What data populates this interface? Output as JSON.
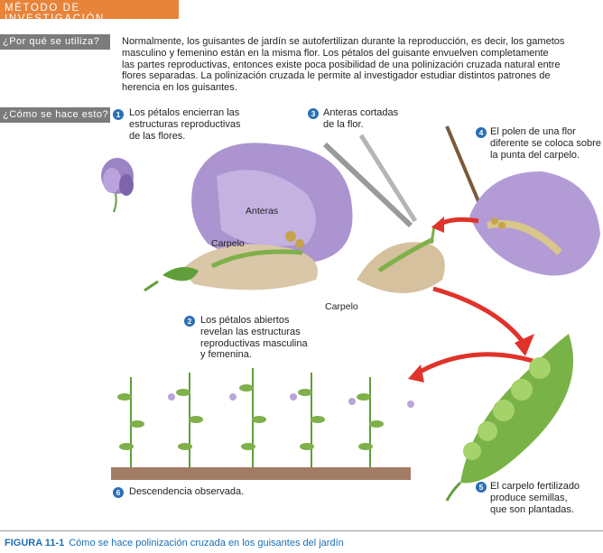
{
  "header": {
    "title": "MÉTODO DE INVESTIGACIÓN"
  },
  "why": {
    "label": "¿Por qué se utiliza?",
    "lines": [
      "Normalmente, los guisantes de jardín se autofertilizan durante la reproducción, es decir, los gametos",
      "masculino y femenino están en la misma flor. Los pétalos del guisante envuelven completamente",
      "las partes reproductivas, entonces existe poca posibilidad de una polinización cruzada natural entre",
      "flores separadas. La polinización cruzada le permite al investigador estudiar distintos patrones de",
      "herencia en los guisantes."
    ]
  },
  "how": {
    "label": "¿Cómo se hace esto?"
  },
  "steps": [
    {
      "n": "1",
      "lines": [
        "Los pétalos encierran las",
        "estructuras reproductivas",
        "de las flores."
      ]
    },
    {
      "n": "2",
      "lines": [
        "Los pétalos abiertos",
        "revelan las estructuras",
        "reproductivas masculina",
        "y femenina."
      ]
    },
    {
      "n": "3",
      "lines": [
        "Anteras cortadas",
        "de la flor."
      ]
    },
    {
      "n": "4",
      "lines": [
        "El polen de una flor",
        "diferente se coloca sobre",
        "la punta del carpelo."
      ]
    },
    {
      "n": "5",
      "lines": [
        "El carpelo fertilizado",
        "produce semillas,",
        "que son plantadas."
      ]
    },
    {
      "n": "6",
      "lines": [
        "Descendencia observada."
      ]
    }
  ],
  "labels": {
    "anteras": "Anteras",
    "carpelo1": "Carpelo",
    "carpelo2": "Carpelo"
  },
  "caption": {
    "figure": "FIGURA 11-1",
    "title": "Cómo se hace polinización cruzada en los guisantes del jardín"
  },
  "colors": {
    "header": "#e8833a",
    "qbox": "#7b7b7d",
    "step": "#2b6fb6",
    "arrow": "#e0332a",
    "petal": "#a98fc9",
    "leaf": "#5f9e3a",
    "soil": "#a27c64"
  }
}
